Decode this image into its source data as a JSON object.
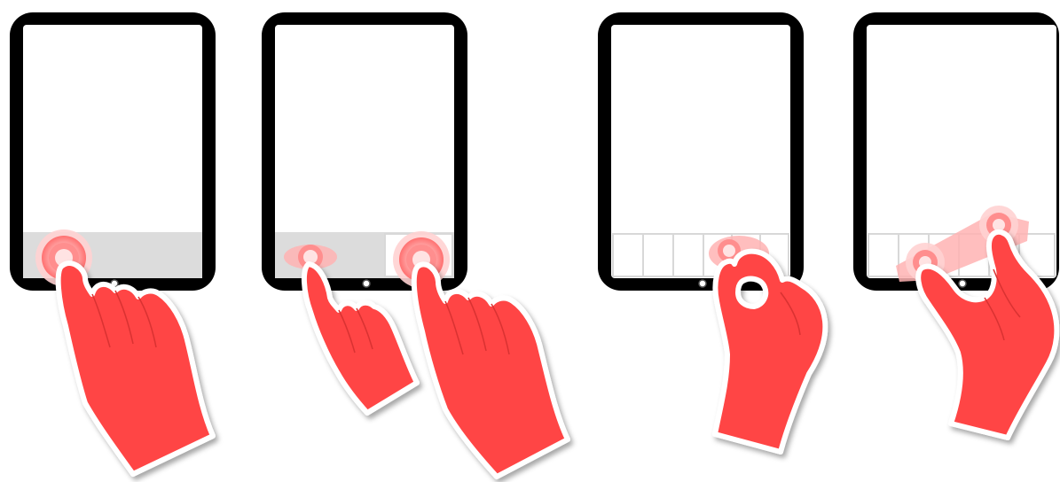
{
  "figure": {
    "panels": [
      {
        "id": "panel-1",
        "strip": "plain",
        "touches": 1
      },
      {
        "id": "panel-2",
        "strip": "plain-with-selected-cell",
        "touches": 2
      },
      {
        "id": "panel-3",
        "strip": "cells",
        "touches": 1
      },
      {
        "id": "panel-4",
        "strip": "cells",
        "touches": 2
      }
    ],
    "colors": {
      "hand": "#ff4545",
      "tablet_frame": "#000000",
      "strip": "#dcdcdc",
      "touch_ring": "#ff8e8e"
    },
    "icons": [
      "hand-icon",
      "touch-point-icon",
      "home-button-icon"
    ]
  }
}
